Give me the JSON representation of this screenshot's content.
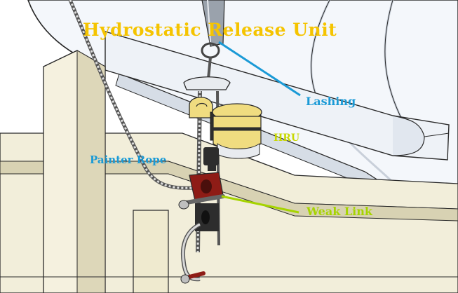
{
  "title": {
    "text": "Hydrostatic Release Unit",
    "color": "#f5c400"
  },
  "labels": {
    "lashing": {
      "text": "Lashing",
      "color": "#1a9ad6"
    },
    "hru": {
      "text": "HRU",
      "color": "#c8d800"
    },
    "painter_rope": {
      "text": "Painter Rope",
      "color": "#1a9ad6"
    },
    "weak_link": {
      "text": "Weak Link",
      "color": "#a6d400"
    }
  },
  "colors": {
    "canister": "#f4f7fb",
    "canister_shade": "#d6dde6",
    "cradle": "#f2eeda",
    "cradle_shade": "#d8d2b3",
    "outline": "#2a2a2a",
    "hru_body": "#f0dc80",
    "hru_dark": "#2d2d2d",
    "weak_link_red": "#8e1c16"
  }
}
